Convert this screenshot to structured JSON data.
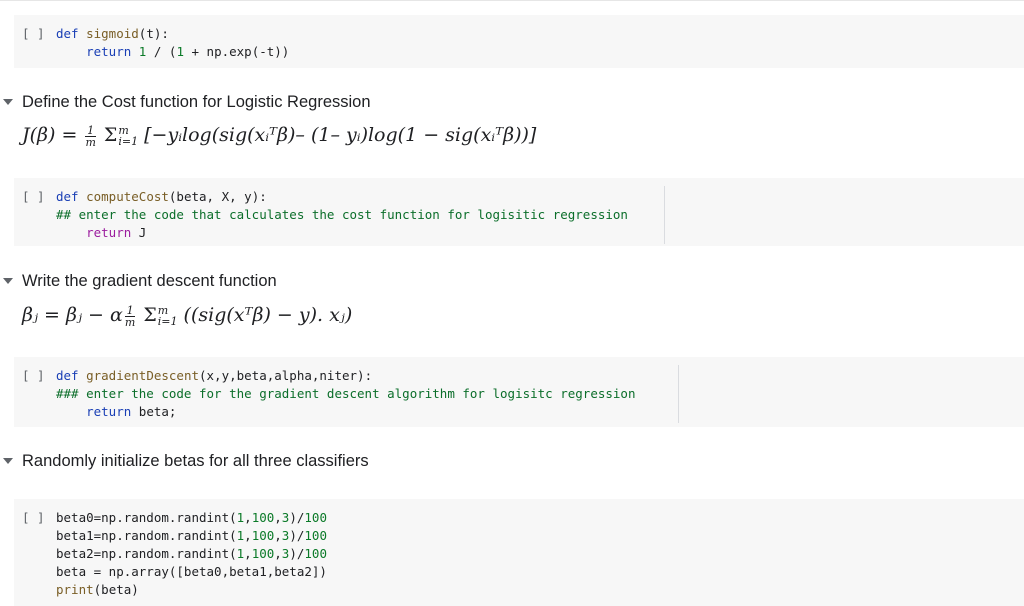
{
  "run_label": "[ ]",
  "cell1": {
    "line1": {
      "kw": "def",
      "name": "sigmoid",
      "args": "(t):"
    },
    "line2": {
      "kw": "return",
      "one": "1",
      "mid": " / (",
      "one2": "1",
      "rest": " + np.exp(-t))"
    }
  },
  "md1": {
    "title": "Define the Cost function for Logistic Regression",
    "formula": {
      "lhs": "J(β) =",
      "frac_num": "1",
      "frac_den": "m",
      "sum_sym": "Σ",
      "sum_top": "m",
      "sum_bot": "i=1",
      "body": "[−yᵢlog(sig(xᵢᵀβ)– (1– yᵢ)log(1 − sig(xᵢᵀβ))]"
    }
  },
  "cell2": {
    "line1": {
      "kw": "def",
      "name": "computeCost",
      "args": "(beta, X, y):"
    },
    "line2": "## enter the code that calculates the cost function for logisitic regression",
    "line3": {
      "kw": "return",
      "rest": " J"
    }
  },
  "md2": {
    "title": "Write the gradient descent function",
    "formula": {
      "lhs": "βⱼ = βⱼ − α",
      "frac_num": "1",
      "frac_den": "m",
      "sum_sym": "Σ",
      "sum_top": "m",
      "sum_bot": "i=1",
      "body": "((sig(xᵀβ) − y). xⱼ)"
    }
  },
  "cell3": {
    "line1": {
      "kw": "def",
      "name": "gradientDescent",
      "args": "(x,y,beta,alpha,niter):"
    },
    "line2": "### enter the code for the gradient descent algorithm for logisitc regression",
    "line3": {
      "kw": "return",
      "rest": " beta;"
    }
  },
  "md3": {
    "title": "Randomly initialize betas for all three classifiers"
  },
  "cell4": {
    "b0": "beta0=np.random.randint(",
    "b1": "beta1=np.random.randint(",
    "b2": "beta2=np.random.randint(",
    "n1": "1",
    "n100": "100",
    "n3": "3",
    "tail": ")/",
    "arr": "beta = np.array([beta0,beta1,beta2])",
    "print_fn": "print",
    "print_arg": "(beta)"
  }
}
